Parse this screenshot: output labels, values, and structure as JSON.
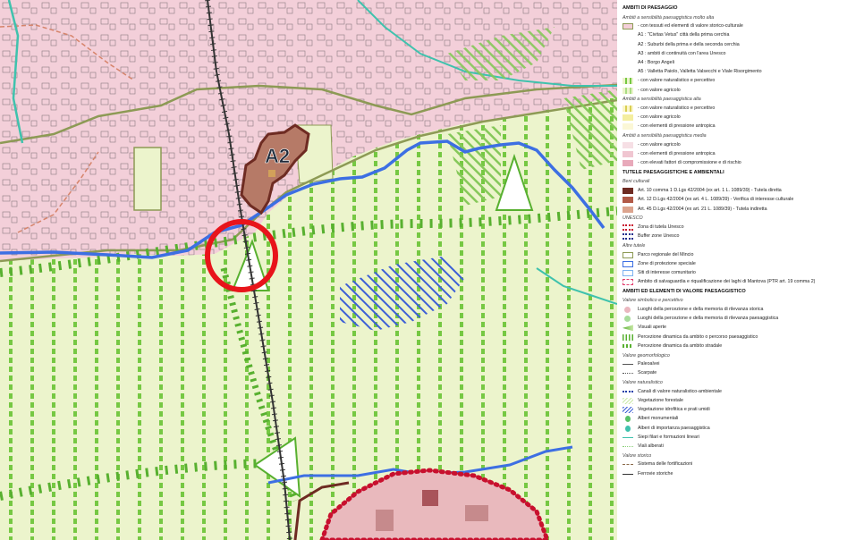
{
  "map": {
    "site_label": "A2",
    "colors": {
      "pink_zone": "#f3cfd9",
      "green_zone": "#ecf4cc",
      "stripe_green": "#76c843",
      "river_blue": "#3d6fe3",
      "boundary_olive": "#8d9a55",
      "heritage_brown": "#6e2b22",
      "highlight_red": "#e8141b",
      "unesco_red": "#c8102e",
      "railway": "#333333"
    }
  },
  "legend": {
    "rows": [
      {
        "kind": "head",
        "text": "AMBITI DI PAESAGGIO",
        "sym": "none"
      },
      {
        "kind": "sub",
        "text": "Ambiti a sensibilità paesaggistica molto alta",
        "sym": "none"
      },
      {
        "kind": "item",
        "text": "- con tessuti ed elementi di valore storico-culturale",
        "sym": "box-olive-border"
      },
      {
        "kind": "ind",
        "text": "A1 : \"Civitas Vetus\" città della prima cerchia",
        "sym": "none"
      },
      {
        "kind": "ind",
        "text": "A2 : Suburbi della prima e della seconda cerchia",
        "sym": "none"
      },
      {
        "kind": "ind",
        "text": "A3 : ambiti di continuità con l'area Unesco",
        "sym": "none"
      },
      {
        "kind": "ind",
        "text": "A4 : Borgo Angeli",
        "sym": "none"
      },
      {
        "kind": "ind",
        "text": "A5 : Valletta Paiolo, Valletta Valsecchi e Viale Risorgimento",
        "sym": "none"
      },
      {
        "kind": "item",
        "text": "- con valore naturalistico e percettivo",
        "sym": "stripe-green"
      },
      {
        "kind": "item",
        "text": "- con valore agricolo",
        "sym": "stripe-green-light"
      },
      {
        "kind": "sub",
        "text": "Ambiti a sensibilità paesaggistica alta",
        "sym": "none"
      },
      {
        "kind": "item",
        "text": "- con valore naturalistico e percettivo",
        "sym": "stripe-yellow"
      },
      {
        "kind": "item",
        "text": "- con valore agricolo",
        "sym": "fill-yellow"
      },
      {
        "kind": "item",
        "text": "- con elementi di pressione antropica",
        "sym": "fill-lightyellow"
      },
      {
        "kind": "sub",
        "text": "Ambiti a sensibilità paesaggistica media",
        "sym": "none"
      },
      {
        "kind": "item",
        "text": "- con valore agricolo",
        "sym": "fill-pink"
      },
      {
        "kind": "item",
        "text": "- con elementi di pressione antropica",
        "sym": "fill-pink2"
      },
      {
        "kind": "item",
        "text": "- con elevati fattori di compromissione e di rischio",
        "sym": "fill-pink3"
      },
      {
        "kind": "head",
        "text": "TUTELE PAESAGGISTICHE E AMBIENTALI",
        "sym": "none"
      },
      {
        "kind": "sub",
        "text": "Beni culturali",
        "sym": "none"
      },
      {
        "kind": "item",
        "text": "Art. 10 comma 1 D.Lgs 42/2004 (ex art. 1 L. 1089/39) - Tutela diretta",
        "sym": "fill-darkbrown"
      },
      {
        "kind": "item",
        "text": "Art. 12 D.Lgs 42/2004 (ex art. 4 L. 1089/39) - Verifica di interesse culturale",
        "sym": "fill-brown"
      },
      {
        "kind": "item",
        "text": "Art. 45 D.Lgs 42/2004 (ex art. 21 L. 1089/39) - Tutela indiretta",
        "sym": "fill-lightbrown"
      },
      {
        "kind": "sub",
        "text": "UNESCO",
        "sym": "none"
      },
      {
        "kind": "item",
        "text": "Zona di tutela Unesco",
        "sym": "dot-red"
      },
      {
        "kind": "item",
        "text": "Buffer zone Unesco",
        "sym": "dot-navy"
      },
      {
        "kind": "sub",
        "text": "Altre tutele",
        "sym": "none"
      },
      {
        "kind": "item",
        "text": "Parco regionale del Mincio",
        "sym": "border-olive"
      },
      {
        "kind": "item",
        "text": "Zone di protezione speciale",
        "sym": "border-blue"
      },
      {
        "kind": "item",
        "text": "Siti di interesse comunitario",
        "sym": "border-lightblue"
      },
      {
        "kind": "item",
        "text": "Ambito di salvaguardia e riqualificazione dei laghi di Mantova (PTR art. 19 comma 2)",
        "sym": "dash-red"
      },
      {
        "kind": "head",
        "text": "AMBITI ED ELEMENTI DI VALORE PAESAGGISTICO",
        "sym": "none"
      },
      {
        "kind": "sub",
        "text": "Valore simbolico e percettivo",
        "sym": "none"
      },
      {
        "kind": "item",
        "text": "Luoghi della percezione e della memoria di rilevanza storica",
        "sym": "circle-pink"
      },
      {
        "kind": "item",
        "text": "Luoghi della percezione e della memoria di rilevanza paesaggistica",
        "sym": "circle-green"
      },
      {
        "kind": "item",
        "text": "Visuali aperte",
        "sym": "cone-green"
      },
      {
        "kind": "item",
        "text": "Percezione dinamica da ambito o percorso paesaggistico",
        "sym": "ticks-green"
      },
      {
        "kind": "item",
        "text": "Percezione dinamica da ambito stradale",
        "sym": "arrows-green"
      },
      {
        "kind": "sub",
        "text": "Valore geomorfologico",
        "sym": "none"
      },
      {
        "kind": "item",
        "text": "Paleoalvei",
        "sym": "line-grey"
      },
      {
        "kind": "item",
        "text": "Scarpate",
        "sym": "teeth-grey"
      },
      {
        "kind": "sub",
        "text": "Valore naturalistico",
        "sym": "none"
      },
      {
        "kind": "item",
        "text": "Canali di valore naturalistico-ambientale",
        "sym": "dots-blue"
      },
      {
        "kind": "item",
        "text": "Vegetazione forestale",
        "sym": "hatch-lightgreen"
      },
      {
        "kind": "item",
        "text": "Vegetazione idrofitica e prati umidi",
        "sym": "hatch-blue"
      },
      {
        "kind": "item",
        "text": "Alberi monumentali",
        "sym": "tree-green"
      },
      {
        "kind": "item",
        "text": "Alberi di importanza paesaggistica",
        "sym": "tree-teal"
      },
      {
        "kind": "item",
        "text": "Siepi filari e formazioni lineari",
        "sym": "line-teal"
      },
      {
        "kind": "item",
        "text": "Viali alberati",
        "sym": "dots-lightgreen"
      },
      {
        "kind": "sub",
        "text": "Valore storico",
        "sym": "none"
      },
      {
        "kind": "item",
        "text": "Sistema delle fortificazioni",
        "sym": "dash-brown"
      },
      {
        "kind": "item",
        "text": "Ferrovie storiche",
        "sym": "rail"
      }
    ]
  }
}
